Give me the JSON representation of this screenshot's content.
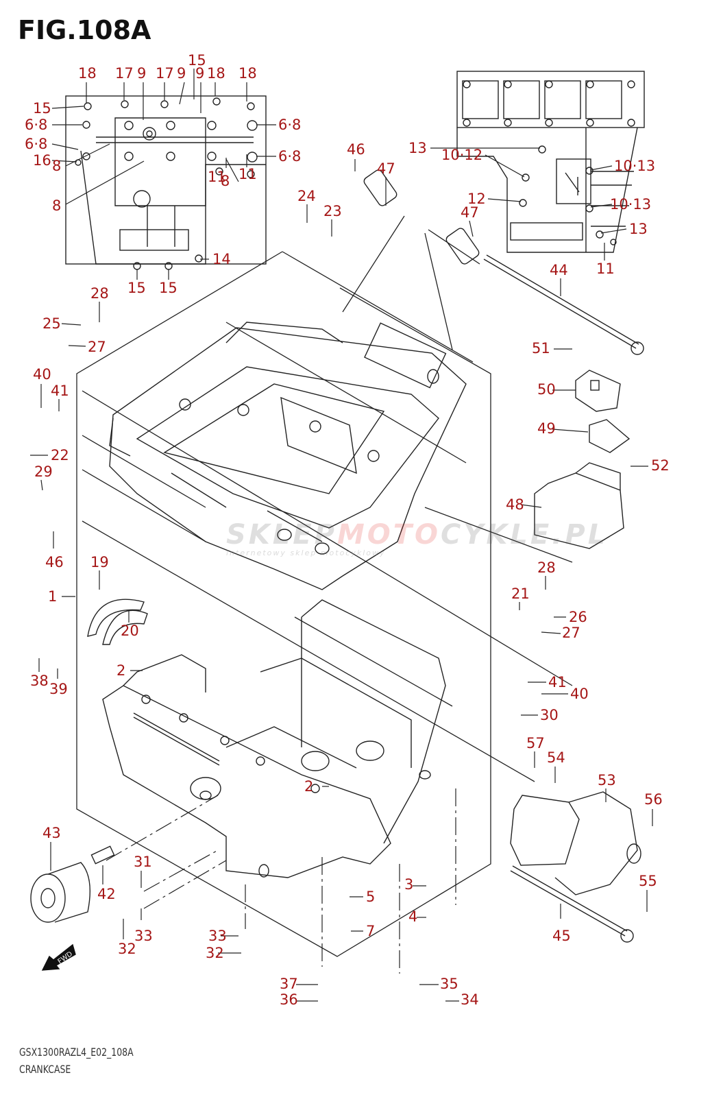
{
  "figure": {
    "title": "FIG.108A",
    "model_code": "GSX1300RAZL4_E02_108A",
    "section_name": "CRANKCASE",
    "callout_color": "#a51616",
    "line_color": "#222222",
    "direction_indicator": "FWD"
  },
  "watermark": {
    "part_a": "SKLEP",
    "part_b": "MOTO",
    "part_c": "CYKLE.PL",
    "subtitle": "internetowy sklep motocyklowy"
  },
  "callouts": [
    {
      "id": "c-18a",
      "label": "18"
    },
    {
      "id": "c-17a",
      "label": "17"
    },
    {
      "id": "c-9a",
      "label": "9"
    },
    {
      "id": "c-17b",
      "label": "17"
    },
    {
      "id": "c-9b",
      "label": "9"
    },
    {
      "id": "c-15top",
      "label": "15"
    },
    {
      "id": "c-9c",
      "label": "9"
    },
    {
      "id": "c-18b",
      "label": "18"
    },
    {
      "id": "c-18c",
      "label": "18"
    },
    {
      "id": "c-15l",
      "label": "15"
    },
    {
      "id": "c-68a",
      "label": "6·8"
    },
    {
      "id": "c-68b",
      "label": "6·8"
    },
    {
      "id": "c-16",
      "label": "16"
    },
    {
      "id": "c-8a",
      "label": "8"
    },
    {
      "id": "c-8b",
      "label": "8"
    },
    {
      "id": "c-68c",
      "label": "6·8"
    },
    {
      "id": "c-68d",
      "label": "6·8"
    },
    {
      "id": "c-11a",
      "label": "11"
    },
    {
      "id": "c-8c",
      "label": "8"
    },
    {
      "id": "c-11b",
      "label": "11"
    },
    {
      "id": "c-14",
      "label": "14"
    },
    {
      "id": "c-15b1",
      "label": "15"
    },
    {
      "id": "c-15b2",
      "label": "15"
    },
    {
      "id": "c-46a",
      "label": "46"
    },
    {
      "id": "c-47a",
      "label": "47"
    },
    {
      "id": "c-24",
      "label": "24"
    },
    {
      "id": "c-23",
      "label": "23"
    },
    {
      "id": "c-13a",
      "label": "13"
    },
    {
      "id": "c-1012",
      "label": "10·12"
    },
    {
      "id": "c-12",
      "label": "12"
    },
    {
      "id": "c-47b",
      "label": "47"
    },
    {
      "id": "c-1013a",
      "label": "10·13"
    },
    {
      "id": "c-1013b",
      "label": "10·13"
    },
    {
      "id": "c-13b",
      "label": "13"
    },
    {
      "id": "c-11c",
      "label": "11"
    },
    {
      "id": "c-44",
      "label": "44"
    },
    {
      "id": "c-28a",
      "label": "28"
    },
    {
      "id": "c-25",
      "label": "25"
    },
    {
      "id": "c-27a",
      "label": "27"
    },
    {
      "id": "c-40a",
      "label": "40"
    },
    {
      "id": "c-41a",
      "label": "41"
    },
    {
      "id": "c-22",
      "label": "22"
    },
    {
      "id": "c-29",
      "label": "29"
    },
    {
      "id": "c-46b",
      "label": "46"
    },
    {
      "id": "c-51",
      "label": "51"
    },
    {
      "id": "c-50",
      "label": "50"
    },
    {
      "id": "c-49",
      "label": "49"
    },
    {
      "id": "c-52",
      "label": "52"
    },
    {
      "id": "c-48",
      "label": "48"
    },
    {
      "id": "c-19",
      "label": "19"
    },
    {
      "id": "c-1",
      "label": "1"
    },
    {
      "id": "c-20",
      "label": "20"
    },
    {
      "id": "c-28b",
      "label": "28"
    },
    {
      "id": "c-21",
      "label": "21"
    },
    {
      "id": "c-26",
      "label": "26"
    },
    {
      "id": "c-27b",
      "label": "27"
    },
    {
      "id": "c-38",
      "label": "38"
    },
    {
      "id": "c-39",
      "label": "39"
    },
    {
      "id": "c-2a",
      "label": "2"
    },
    {
      "id": "c-41b",
      "label": "41"
    },
    {
      "id": "c-40b",
      "label": "40"
    },
    {
      "id": "c-30",
      "label": "30"
    },
    {
      "id": "c-57",
      "label": "57"
    },
    {
      "id": "c-54",
      "label": "54"
    },
    {
      "id": "c-53",
      "label": "53"
    },
    {
      "id": "c-56",
      "label": "56"
    },
    {
      "id": "c-2b",
      "label": "2"
    },
    {
      "id": "c-43",
      "label": "43"
    },
    {
      "id": "c-31",
      "label": "31"
    },
    {
      "id": "c-42",
      "label": "42"
    },
    {
      "id": "c-3",
      "label": "3"
    },
    {
      "id": "c-5",
      "label": "5"
    },
    {
      "id": "c-55",
      "label": "55"
    },
    {
      "id": "c-4",
      "label": "4"
    },
    {
      "id": "c-7",
      "label": "7"
    },
    {
      "id": "c-45",
      "label": "45"
    },
    {
      "id": "c-33a",
      "label": "33"
    },
    {
      "id": "c-32a",
      "label": "32"
    },
    {
      "id": "c-33b",
      "label": "33"
    },
    {
      "id": "c-32b",
      "label": "32"
    },
    {
      "id": "c-37",
      "label": "37"
    },
    {
      "id": "c-35",
      "label": "35"
    },
    {
      "id": "c-36",
      "label": "36"
    },
    {
      "id": "c-34",
      "label": "34"
    }
  ]
}
